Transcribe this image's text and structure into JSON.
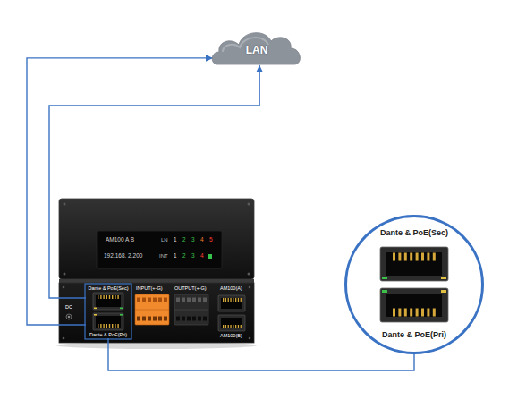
{
  "diagram": {
    "nodes": [
      {
        "text": [
          "LAN"
        ]
      },
      {
        "text": [
          "Dante & PoE(Sec)"
        ]
      },
      {
        "text": [
          "Dante & PoE(Pri)"
        ]
      },
      {
        "text": [
          "Dante & PoE(Sec)",
          "Dante & PoE(Pri)"
        ]
      }
    ],
    "edges": [
      {
        "from": 1,
        "to": 0,
        "arrow": "to"
      },
      {
        "from": 2,
        "to": 0,
        "arrow": "to"
      },
      {
        "from": 2,
        "to": 3,
        "arrow": "none"
      }
    ],
    "labels": [
      "AM100 A B",
      "LN",
      "1",
      "2",
      "3",
      "4",
      "5",
      "192.168. 2.200",
      "INT",
      "1",
      "2",
      "3",
      "4",
      "DC",
      "INPUT(+-G)",
      "OUTPUT(+-G)",
      "AM100(A)",
      "AM100(B)"
    ]
  }
}
